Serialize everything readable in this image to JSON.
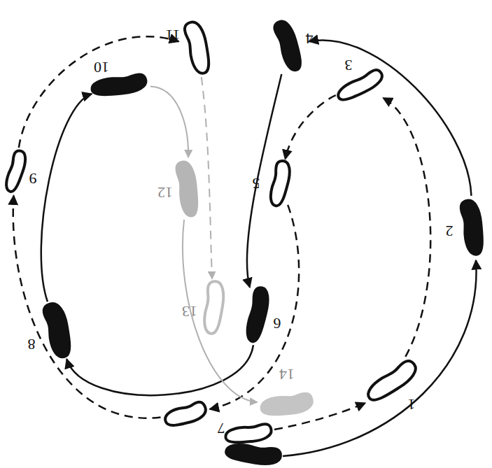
{
  "diagram": {
    "nodes": [
      {
        "text": [
          "1"
        ]
      },
      {
        "text": [
          "2"
        ]
      },
      {
        "text": [
          "3"
        ]
      },
      {
        "text": [
          "4"
        ]
      },
      {
        "text": [
          "5"
        ]
      },
      {
        "text": [
          "6"
        ]
      },
      {
        "text": [
          "7"
        ]
      },
      {
        "text": [
          "8"
        ]
      },
      {
        "text": [
          "9"
        ]
      },
      {
        "text": [
          "10"
        ]
      },
      {
        "text": [
          "11"
        ]
      },
      {
        "text": [
          "12"
        ]
      },
      {
        "text": [
          "13"
        ]
      },
      {
        "text": [
          "14"
        ]
      }
    ],
    "edges": [
      {
        "from": 0,
        "to": 2,
        "arrow": "to"
      },
      {
        "from": 2,
        "to": 4,
        "arrow": "to"
      },
      {
        "from": 4,
        "to": 6,
        "arrow": "to"
      },
      {
        "from": 6,
        "to": 8,
        "arrow": "to"
      },
      {
        "from": 8,
        "to": 10,
        "arrow": "to"
      },
      {
        "from": 10,
        "to": 12,
        "arrow": "to"
      },
      {
        "from": 1,
        "to": 3,
        "arrow": "to"
      },
      {
        "from": 3,
        "to": 5,
        "arrow": "to"
      },
      {
        "from": 5,
        "to": 7,
        "arrow": "to"
      },
      {
        "from": 7,
        "to": 9,
        "arrow": "to"
      },
      {
        "from": 9,
        "to": 11,
        "arrow": "to"
      },
      {
        "from": 11,
        "to": 13,
        "arrow": "to"
      }
    ]
  }
}
